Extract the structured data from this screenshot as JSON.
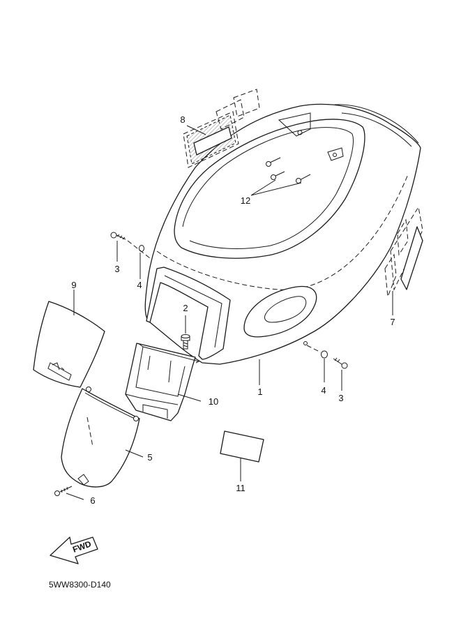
{
  "diagram": {
    "drawing_code": "5WW8300-D140",
    "direction_label": "FWD",
    "callouts": {
      "c1": "1",
      "c2": "2",
      "c3a": "3",
      "c3b": "3",
      "c4a": "4",
      "c4b": "4",
      "c5": "5",
      "c6": "6",
      "c7": "7",
      "c8": "8",
      "c9": "9",
      "c10": "10",
      "c11": "11",
      "c12": "12"
    }
  }
}
